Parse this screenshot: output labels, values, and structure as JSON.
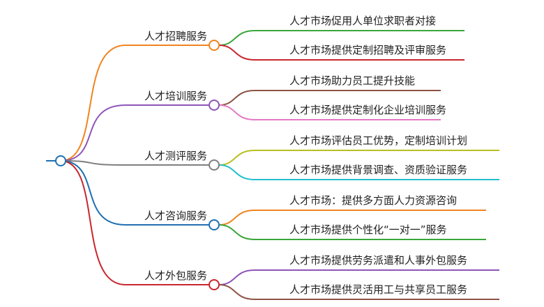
{
  "root": {
    "color": "#1f6fb2"
  },
  "branches": [
    {
      "label": "人才招聘服务",
      "color": "#f0841f",
      "children": [
        {
          "label": "人才市场促用人单位求职者对接",
          "color": "#3aa63a"
        },
        {
          "label": "人才市场提供定制招聘及评审服务",
          "color": "#c8262c"
        }
      ]
    },
    {
      "label": "人才培训服务",
      "color": "#8e55b8",
      "children": [
        {
          "label": "人才市场助力员工提升技能",
          "color": "#8c5344"
        },
        {
          "label": "人才市场提供定制化企业培训服务",
          "color": "#e379c3"
        }
      ]
    },
    {
      "label": "人才测评服务",
      "color": "#7f7f7f",
      "children": [
        {
          "label": "人才市场评估员工优势，定制培训计划",
          "color": "#b8bf1f"
        },
        {
          "label": "人才市场提供背景调查、资质验证服务",
          "color": "#1fbfcf"
        }
      ]
    },
    {
      "label": "人才咨询服务",
      "color": "#1f6fb2",
      "children": [
        {
          "label": "人才市场：提供多方面人力资源咨询",
          "color": "#f0841f"
        },
        {
          "label": "人才市场提供个性化“一对一”服务",
          "color": "#3aa63a"
        }
      ]
    },
    {
      "label": "人才外包服务",
      "color": "#c8262c",
      "children": [
        {
          "label": "人才市场提供劳务派遣和人事外包服务",
          "color": "#8e55b8"
        },
        {
          "label": "人才市场提供灵活用工与共享员工服务",
          "color": "#8c5344"
        }
      ]
    }
  ]
}
